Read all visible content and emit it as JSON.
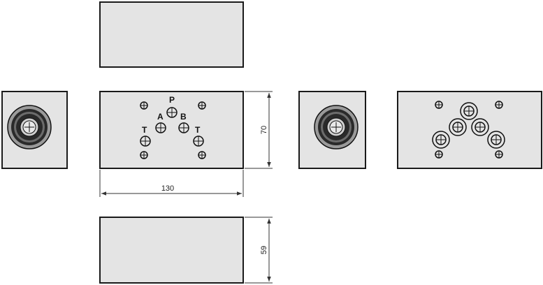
{
  "dimensions": {
    "front_width": "130",
    "front_height": "70",
    "bottom_height": "59"
  },
  "ports": {
    "p": "P",
    "a": "A",
    "b": "B",
    "t_left": "T",
    "t_right": "T"
  },
  "colors": {
    "block_fill": "#e4e4e4",
    "outline": "#1a1a1a",
    "plug_dark": "#2a2a2a"
  }
}
